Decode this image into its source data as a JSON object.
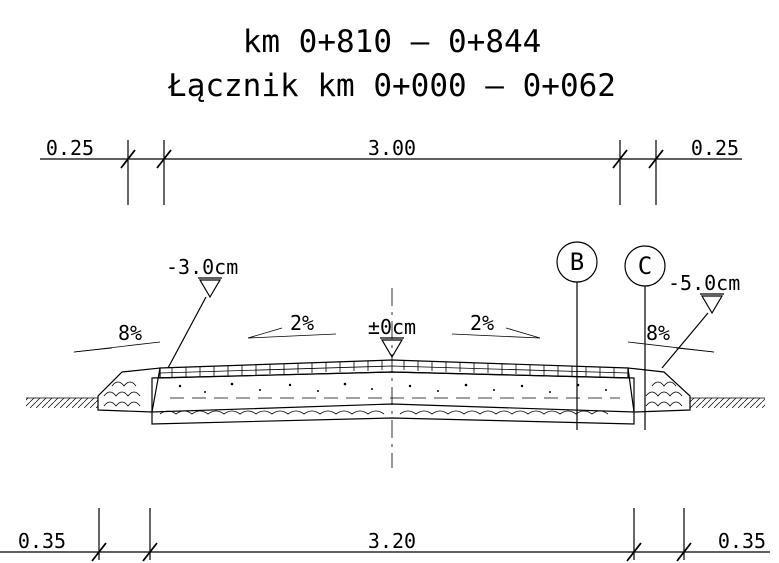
{
  "title": {
    "line1": "km 0+810 – 0+844",
    "line2": "Łącznik km 0+000 – 0+062"
  },
  "top_dimensions": {
    "left": "0.25",
    "middle": "3.00",
    "right": "0.25"
  },
  "bottom_dimensions": {
    "left": "0.35",
    "middle": "3.20",
    "right": "0.35"
  },
  "elevations": {
    "left": "-3.0cm",
    "center": "±0cm",
    "right": "-5.0cm"
  },
  "slopes": {
    "left_shoulder": "8%",
    "left_lane": "2%",
    "right_lane": "2%",
    "right_shoulder": "8%"
  },
  "markers": {
    "b": "B",
    "c": "C"
  }
}
